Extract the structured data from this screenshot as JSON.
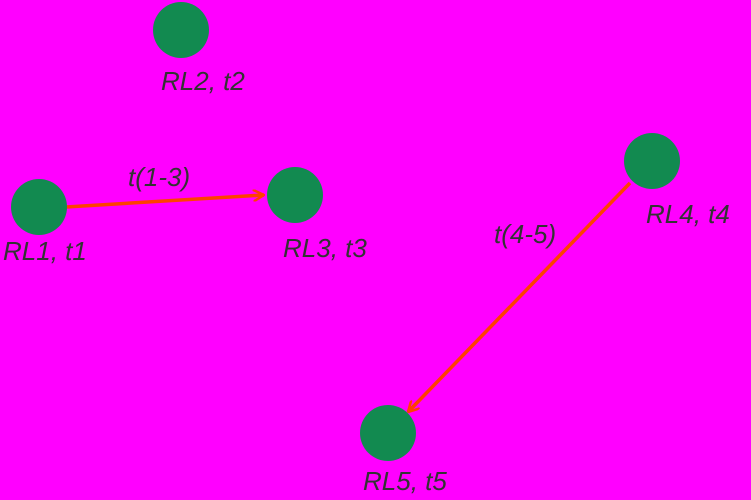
{
  "colors": {
    "background": "#FF00FF",
    "node": "#128A50",
    "edge": "#FF4000",
    "text": "#333333"
  },
  "nodes": [
    {
      "id": "RL1",
      "label": "RL1, t1"
    },
    {
      "id": "RL2",
      "label": "RL2, t2"
    },
    {
      "id": "RL3",
      "label": "RL3, t3"
    },
    {
      "id": "RL4",
      "label": "RL4, t4"
    },
    {
      "id": "RL5",
      "label": "RL5, t5"
    }
  ],
  "edges": [
    {
      "from": "RL1",
      "to": "RL3",
      "label": "t(1-3)"
    },
    {
      "from": "RL4",
      "to": "RL5",
      "label": "t(4-5)"
    }
  ]
}
